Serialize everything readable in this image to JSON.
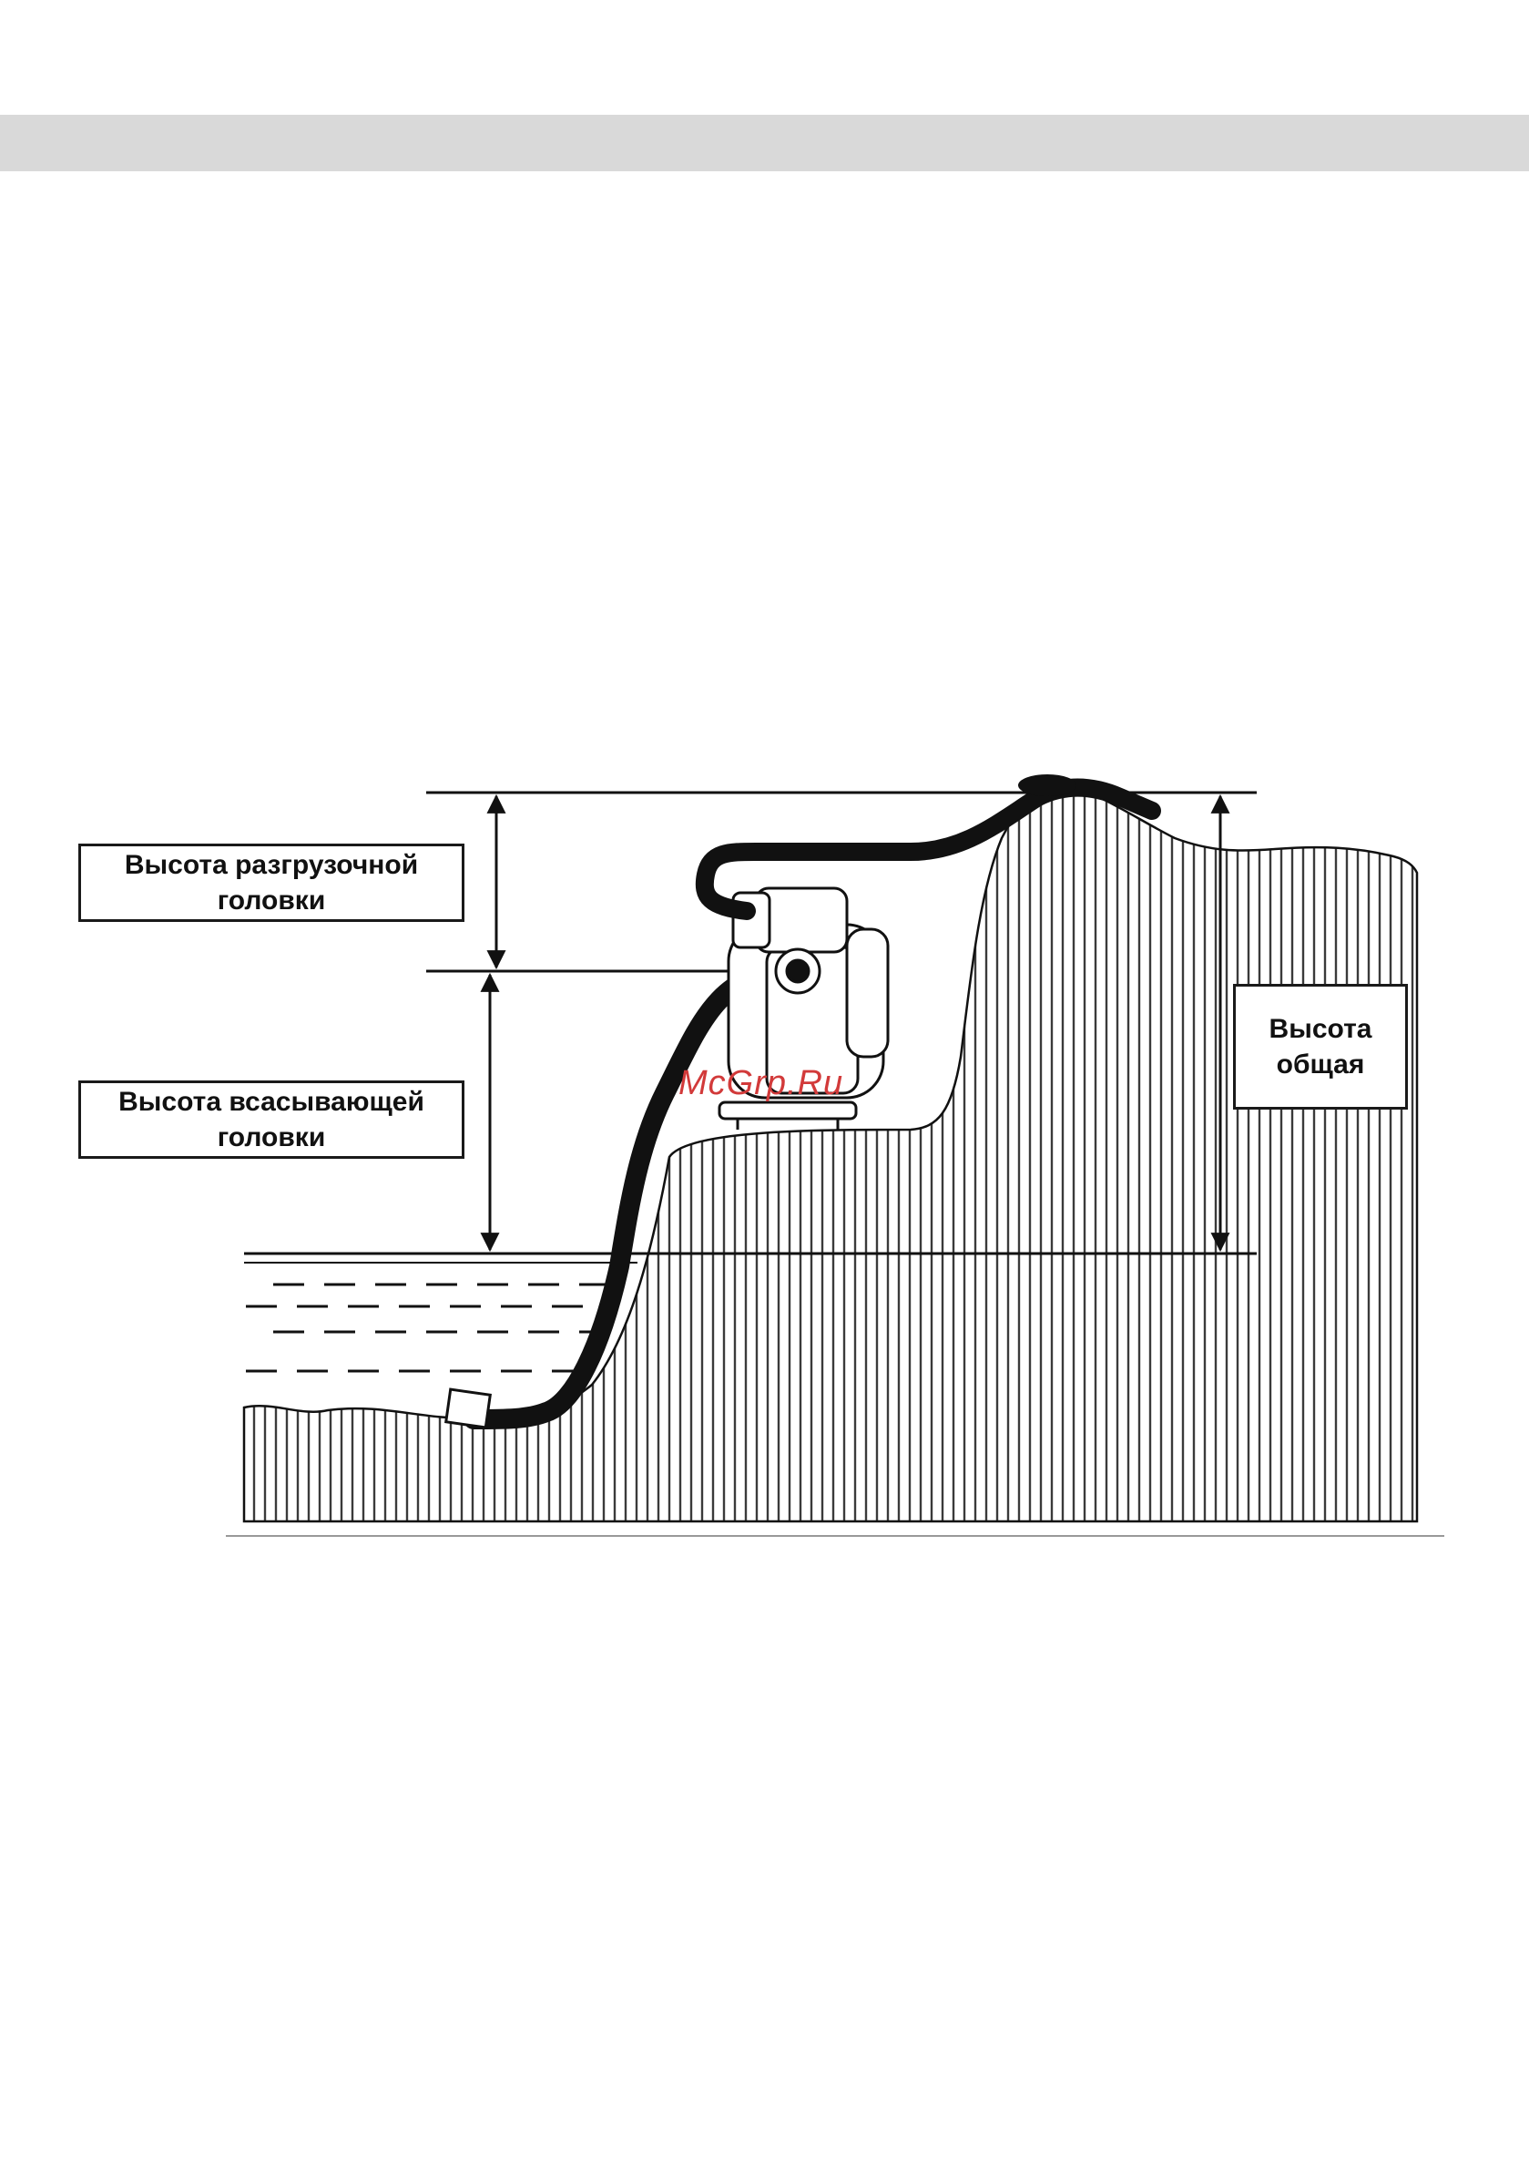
{
  "figure": {
    "labels": {
      "discharge_head": "Высота разгрузочной\nголовки",
      "suction_head": "Высота всасывающей\nголовки",
      "total_head": "Высота\nобщая"
    },
    "watermark": "McGrp.Ru"
  },
  "colors": {
    "header_bar": "#d9d9d9",
    "ink": "#111111",
    "watermark": "#d23a3a"
  }
}
